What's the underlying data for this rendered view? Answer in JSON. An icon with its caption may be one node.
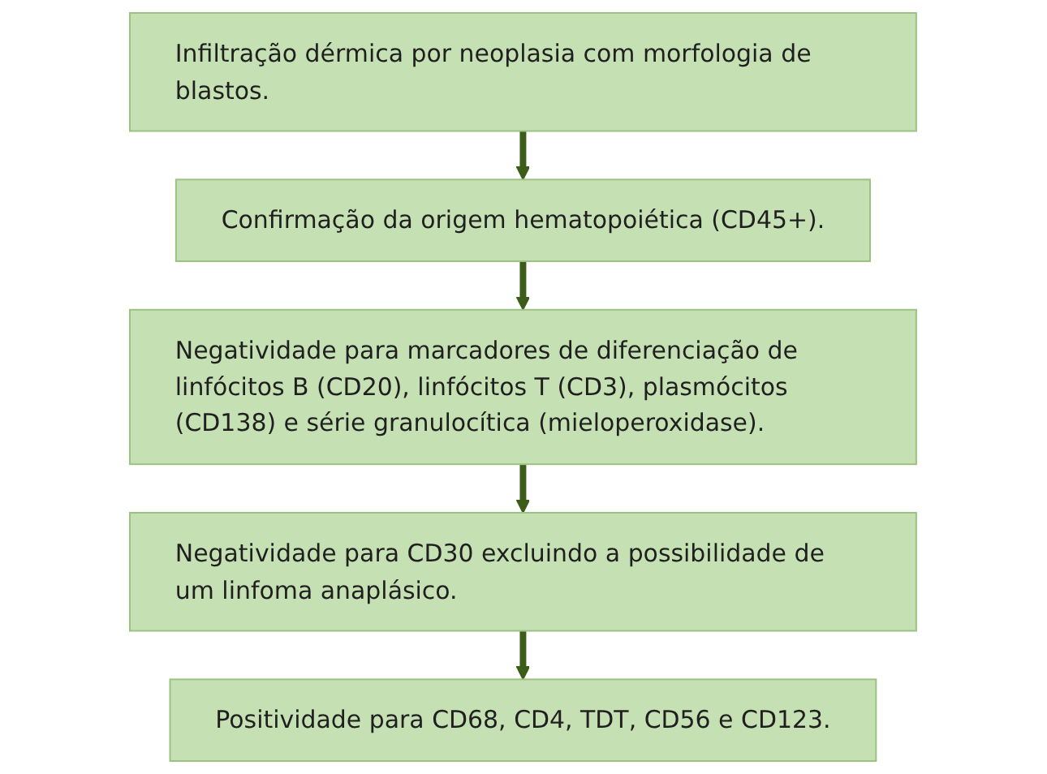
{
  "diagram": {
    "nodes": [
      {
        "text": [
          "Infiltração dérmica por neoplasia com morfologia de blastos."
        ]
      },
      {
        "text": [
          "Confirmação da origem hematopoiética (CD45+)."
        ]
      },
      {
        "text": [
          "Negatividade para marcadores de diferenciação de linfócitos B (CD20), linfócitos T (CD3), plasmócitos (CD138) e série granulocítica (mieloperoxidase)."
        ]
      },
      {
        "text": [
          "Negatividade para CD30 excluindo a possibilidade de um linfoma anaplásico."
        ]
      },
      {
        "text": [
          "Positividade para CD68, CD4, TDT, CD56 e CD123."
        ]
      }
    ],
    "edges": [
      {
        "from": 0,
        "to": 1,
        "arrow": "to"
      },
      {
        "from": 1,
        "to": 2,
        "arrow": "to"
      },
      {
        "from": 2,
        "to": 3,
        "arrow": "to"
      },
      {
        "from": 3,
        "to": 4,
        "arrow": "to"
      }
    ]
  }
}
